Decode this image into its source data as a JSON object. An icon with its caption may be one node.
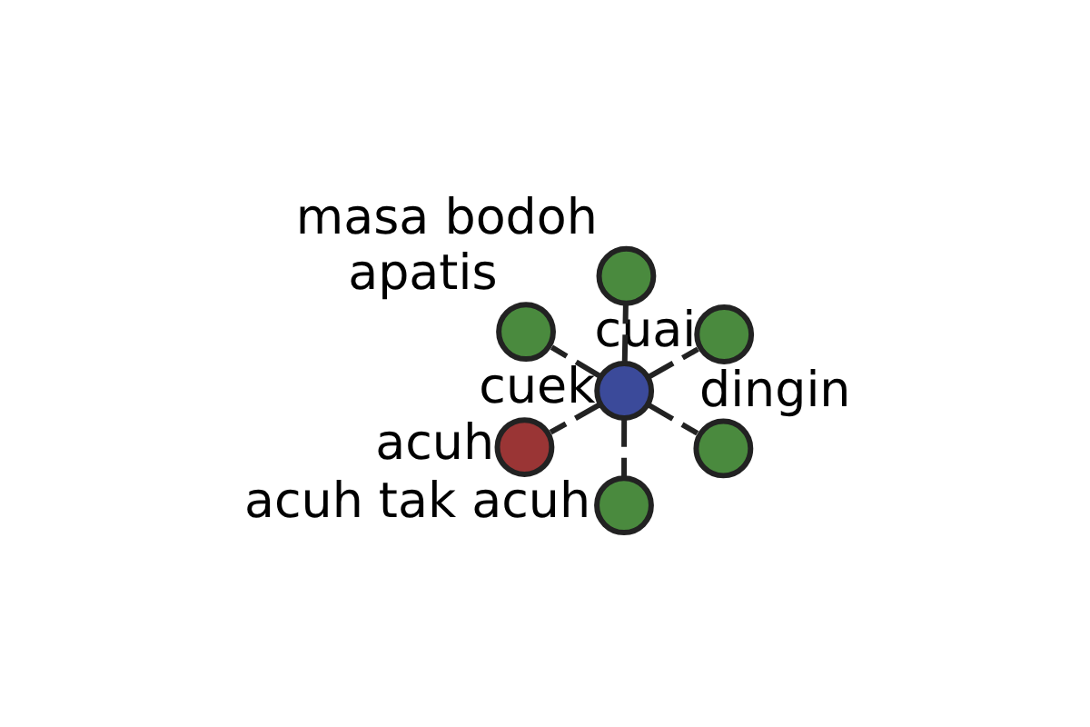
{
  "diagram": {
    "nodes": [
      {
        "text": [
          "cuek"
        ]
      },
      {
        "text": [
          "dingin"
        ]
      },
      {
        "text": [
          "acuh tak acuh"
        ]
      },
      {
        "text": [
          "apatis"
        ]
      },
      {
        "text": [
          "cuai"
        ]
      },
      {
        "text": [
          "masa bodoh"
        ]
      },
      {
        "text": [
          "acuh"
        ]
      }
    ],
    "edges": [
      {
        "from": 0,
        "to": 1,
        "arrow": "none",
        "style": "dashed"
      },
      {
        "from": 0,
        "to": 2,
        "arrow": "none",
        "style": "dashed"
      },
      {
        "from": 0,
        "to": 3,
        "arrow": "none",
        "style": "dashed"
      },
      {
        "from": 0,
        "to": 4,
        "arrow": "none",
        "style": "dashed"
      },
      {
        "from": 0,
        "to": 5,
        "arrow": "none",
        "style": "dashed"
      },
      {
        "from": 0,
        "to": 6,
        "arrow": "none",
        "style": "dashed"
      }
    ]
  }
}
